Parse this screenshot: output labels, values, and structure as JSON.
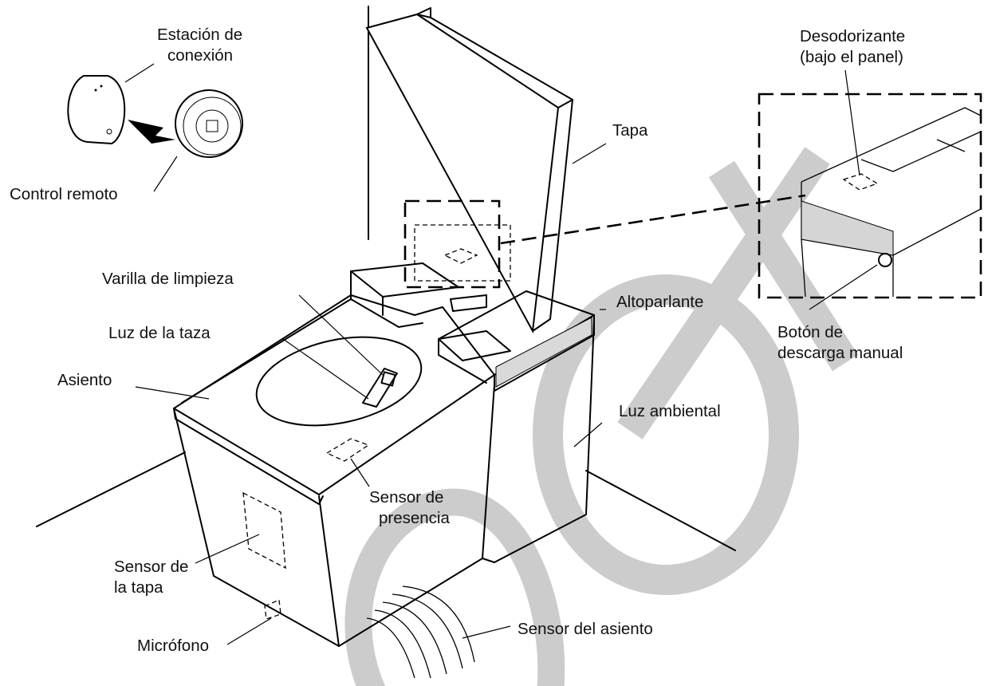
{
  "labels": {
    "docking_station": [
      "Estación de",
      "conexión"
    ],
    "remote_control": "Control remoto",
    "lid": "Tapa",
    "deodorizer": [
      "Desodorizante",
      "(bajo el panel)"
    ],
    "cleaning_wand": "Varilla de limpieza",
    "bowl_light": "Luz de la taza",
    "seat": "Asiento",
    "speaker": "Altoparlante",
    "manual_flush_button": [
      "Botón de",
      "descarga manual"
    ],
    "ambient_light": "Luz ambiental",
    "presence_sensor": [
      "Sensor de",
      "presencia"
    ],
    "lid_sensor": [
      "Sensor de",
      "la tapa"
    ],
    "microphone": "Micrófono",
    "seat_sensor": "Sensor del asiento"
  },
  "colors": {
    "line": "#000000",
    "watermark": "#cccccc",
    "background": "#ffffff"
  }
}
